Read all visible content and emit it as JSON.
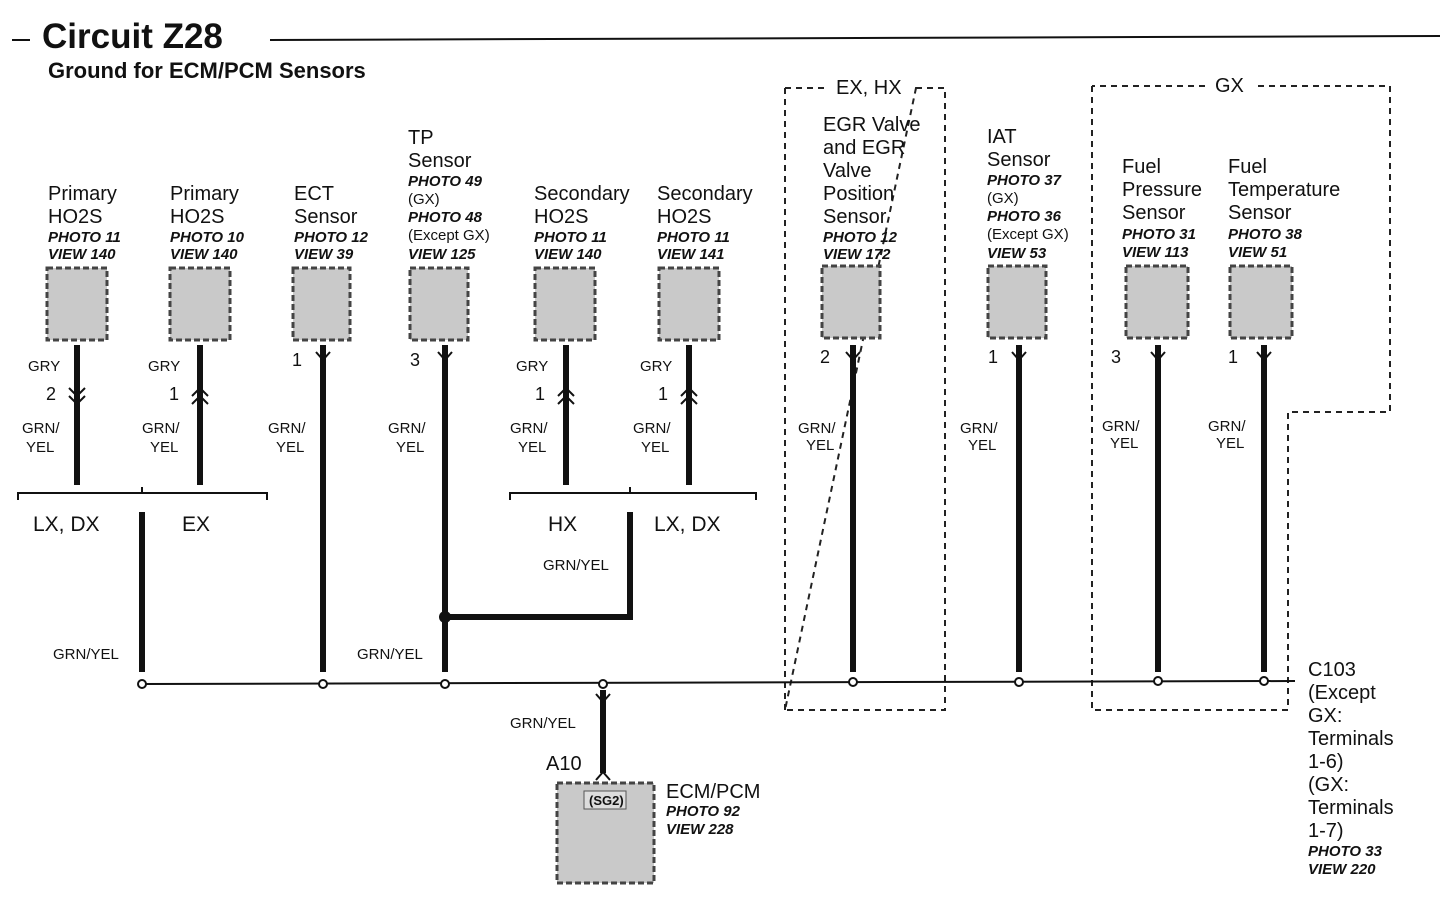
{
  "header": {
    "title": "Circuit Z28",
    "subtitle": "Ground for ECM/PCM Sensors"
  },
  "groups": {
    "ex_hx": "EX, HX",
    "gx": "GX"
  },
  "components": {
    "primary_ho2s_1": {
      "line1": "Primary",
      "line2": "HO2S",
      "photo": "PHOTO 11",
      "view": "VIEW 140"
    },
    "primary_ho2s_2": {
      "line1": "Primary",
      "line2": "HO2S",
      "photo": "PHOTO 10",
      "view": "VIEW 140"
    },
    "ect": {
      "line1": "ECT",
      "line2": "Sensor",
      "photo": "PHOTO 12",
      "view": "VIEW 39"
    },
    "tp": {
      "line1": "TP",
      "line2": "Sensor",
      "photo_gx": "PHOTO 49",
      "note_gx": "(GX)",
      "photo_other": "PHOTO 48",
      "note_other": "(Except GX)",
      "view": "VIEW 125"
    },
    "secondary_ho2s_1": {
      "line1": "Secondary",
      "line2": "HO2S",
      "photo": "PHOTO 11",
      "view": "VIEW 140"
    },
    "secondary_ho2s_2": {
      "line1": "Secondary",
      "line2": "HO2S",
      "photo": "PHOTO 11",
      "view": "VIEW 141"
    },
    "egr": {
      "line1": "EGR Valve",
      "line2": "and EGR",
      "line3": "Valve",
      "line4": "Position",
      "line5": "Sensor",
      "photo": "PHOTO 12",
      "view": "VIEW 172"
    },
    "iat": {
      "line1": "IAT",
      "line2": "Sensor",
      "photo_gx": "PHOTO 37",
      "note_gx": "(GX)",
      "photo_other": "PHOTO 36",
      "note_other": "(Except GX)",
      "view": "VIEW 53"
    },
    "fuel_pressure": {
      "line1": "Fuel",
      "line2": "Pressure",
      "line3": "Sensor",
      "photo": "PHOTO 31",
      "view": "VIEW 113"
    },
    "fuel_temp": {
      "line1": "Fuel",
      "line2": "Temperature",
      "line3": "Sensor",
      "photo": "PHOTO 38",
      "view": "VIEW 51"
    },
    "ecm": {
      "name": "ECM/PCM",
      "inner": "(SG2)",
      "pin": "A10",
      "photo": "PHOTO 92",
      "view": "VIEW 228"
    }
  },
  "pins": {
    "p1": "2",
    "p2": "1",
    "ect": "1",
    "tp": "3",
    "s1": "1",
    "s2": "1",
    "egr": "2",
    "iat": "1",
    "fp": "3",
    "ft": "1"
  },
  "wires": {
    "gry": "GRY",
    "grn": "GRN/",
    "yel": "YEL",
    "grn_yel": "GRN/YEL"
  },
  "variants": {
    "lx_dx": "LX, DX",
    "ex": "EX",
    "hx": "HX",
    "lx_dx_2": "LX, DX"
  },
  "connector": {
    "name": "C103",
    "lines": [
      "(Except",
      "GX:",
      "Terminals",
      "1-6)",
      "(GX:",
      "Terminals",
      "1-7)"
    ],
    "photo": "PHOTO 33",
    "view": "VIEW 220"
  }
}
